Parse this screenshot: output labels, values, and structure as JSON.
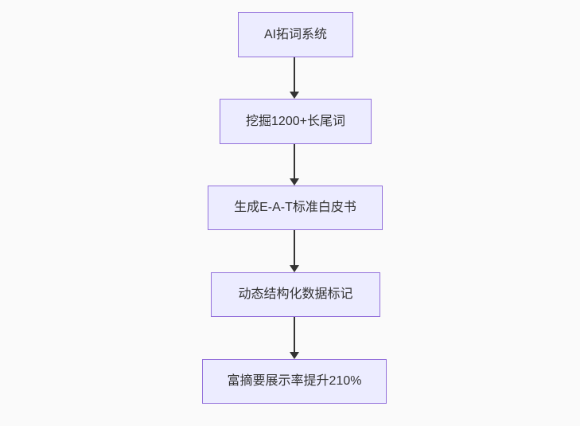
{
  "diagram": {
    "type": "flowchart",
    "direction": "top-down",
    "nodes": [
      {
        "id": "step-1",
        "label": "AI拓词系统"
      },
      {
        "id": "step-2",
        "label": "挖掘1200+长尾词"
      },
      {
        "id": "step-3",
        "label": "生成E-A-T标准白皮书"
      },
      {
        "id": "step-4",
        "label": "动态结构化数据标记"
      },
      {
        "id": "step-5",
        "label": "富摘要展示率提升210%"
      }
    ],
    "edges": [
      {
        "from": "step-1",
        "to": "step-2"
      },
      {
        "from": "step-2",
        "to": "step-3"
      },
      {
        "from": "step-3",
        "to": "step-4"
      },
      {
        "from": "step-4",
        "to": "step-5"
      }
    ],
    "colors": {
      "background": "#fafafa",
      "node_fill": "#ECECFF",
      "node_border": "#9370DB",
      "text": "#333333",
      "arrow": "#333333"
    }
  }
}
